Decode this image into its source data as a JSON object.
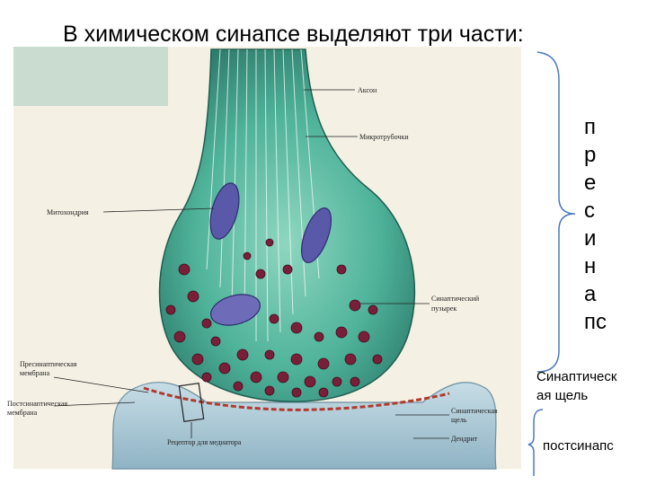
{
  "title": "В химическом синапсе выделяют три части:",
  "presynapse_letters": [
    "п",
    "р",
    "е",
    "с",
    "и",
    "н",
    "а",
    "пс"
  ],
  "cleft_label_line1": "Синаптическ",
  "cleft_label_line2": "ая щель",
  "postsynapse_label": "постсинапс",
  "figure_labels": {
    "axon": "Аксон",
    "microtubules": "Микротрубочки",
    "mitochondria": "Митохондрия",
    "vesicle_line1": "Синаптический",
    "vesicle_line2": "пузырек",
    "pre_membrane_line1": "Пресинаптическая",
    "pre_membrane_line2": "мембрана",
    "post_membrane_line1": "Постсинаптическая",
    "post_membrane_line2": "мембрана",
    "cleft_line1": "Синаптическая",
    "cleft_line2": "щель",
    "dendrite": "Дендрит",
    "receptor": "Рецептор для медиатора"
  },
  "colors": {
    "terminal": "#4fb39a",
    "terminal_dark": "#2f7f6e",
    "vesicle": "#7a1f3a",
    "mitochondria": "#5a58a8",
    "dendrite": "#9bbfd0",
    "brace": "#4a78c0"
  }
}
